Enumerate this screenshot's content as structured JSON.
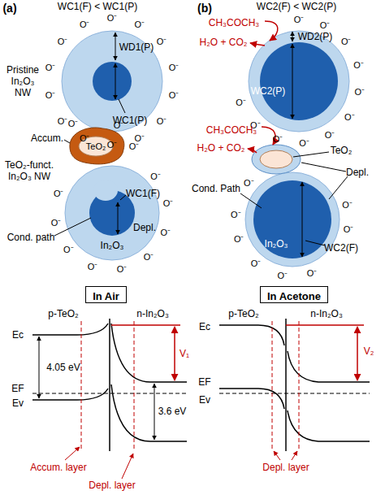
{
  "diagram": {
    "nodes": [
      {
        "text": [
          "In Air"
        ]
      },
      {
        "text": [
          "In Acetone"
        ]
      }
    ],
    "labels": [
      "(a)",
      "(b)",
      "WC1(F) < WC1(P)",
      "WC2(F) < WC2(P)",
      "Pristine In₂O₃ NW",
      "WD1(P)",
      "WC1(P)",
      "O⁻",
      "O⁻",
      "O⁻",
      "O⁻",
      "O⁻",
      "O⁻",
      "O⁻",
      "O⁻",
      "O⁻",
      "O⁻",
      "O⁻",
      "O⁻",
      "O⁻",
      "O⁻",
      "CH₃COCH₃",
      "H₂O + CO₂",
      "WD2(P)",
      "WC2(P)",
      "O⁻",
      "O⁻",
      "O⁻",
      "O⁻",
      "O⁻",
      "O⁻",
      "O⁻",
      "O⁻",
      "O⁻",
      "O⁻",
      "O⁻",
      "TeO₂-funct. In₂O₃ NW",
      "Accum.",
      "TeO₂",
      "WC1(F)",
      "Cond. path",
      "Depl.",
      "In₂O₃",
      "O⁻",
      "O⁻",
      "O⁻",
      "O⁻",
      "O⁻",
      "O⁻",
      "O⁻",
      "O⁻",
      "O⁻",
      "O⁻",
      "O⁻",
      "O⁻",
      "CH₃COCH₃",
      "H₂O + CO₂",
      "TeO₂",
      "Depl.",
      "Cond. Path",
      "In₂O₃",
      "WC2(F)",
      "O⁻",
      "O⁻",
      "O⁻",
      "O⁻",
      "O⁻",
      "O⁻",
      "O⁻",
      "O⁻",
      "p-TeO₂",
      "n-In₂O₃",
      "Ec",
      "EF",
      "Ev",
      "4.05 eV",
      "3.6 eV",
      "V₁",
      "Accum. layer",
      "Depl. layer",
      "p-TeO₂",
      "n-In₂O₃",
      "Ec",
      "EF",
      "Ev",
      "V₂",
      "Depl. layer"
    ]
  }
}
